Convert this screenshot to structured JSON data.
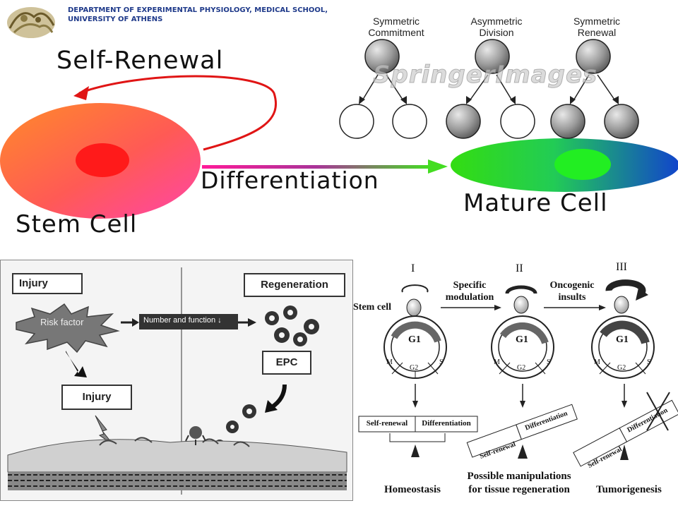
{
  "header": {
    "dept_line1": "DEPARTMENT OF EXPERIMENTAL PHYSIOLOGY, MEDICAL SCHOOL,",
    "dept_line2": "UNIVERSITY OF ATHENS"
  },
  "top_left": {
    "self_renewal": "Self-Renewal",
    "differentiation": "Differentiation",
    "stem_cell": "Stem Cell",
    "mature_cell": "Mature Cell"
  },
  "top_right": {
    "col1": [
      "Symmetric",
      "Commitment"
    ],
    "col2": [
      "Asymmetric",
      "Division"
    ],
    "col3": [
      "Symmetric",
      "Renewal"
    ],
    "watermark": "SpringerImages"
  },
  "bottom_left": {
    "injury": "Injury",
    "regeneration": "Regeneration",
    "risk_factor": "Risk factor",
    "number_function": "Number and function ↓",
    "injury_box": "Injury",
    "epc": "EPC"
  },
  "bottom_right": {
    "stem_cell": "Stem cell",
    "roman": [
      "I",
      "II",
      "III"
    ],
    "specific_modulation": [
      "Specific",
      "modulation"
    ],
    "oncogenic_insults": [
      "Oncogenic",
      "insults"
    ],
    "g1": "G1",
    "m": "M",
    "g2": "G2",
    "s": "S",
    "self_renewal": "Self-renewal",
    "differentiation": "Differentiation",
    "homeostasis": "Homeostasis",
    "possible": [
      "Possible manipulations",
      "for tissue regeneration"
    ],
    "tumorigenesis": "Tumorigenesis"
  },
  "colors": {
    "dept_blue": "#1f3a8a",
    "renewal_arrow": "#e01515",
    "stem_core": "#ff1a1a",
    "mature_core": "#22ee22"
  }
}
